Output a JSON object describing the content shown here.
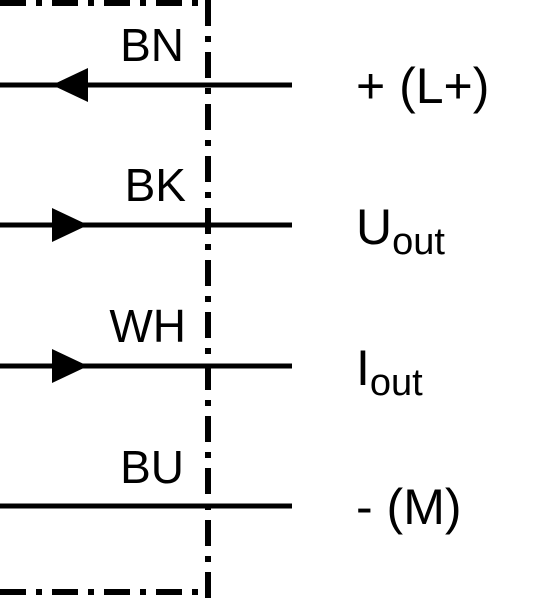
{
  "wires": [
    {
      "code": "BN",
      "label": "+ (L+)",
      "label_sub": "",
      "arrow": "in"
    },
    {
      "code": "BK",
      "label": "U",
      "label_sub": "out",
      "arrow": "out"
    },
    {
      "code": "WH",
      "label": "I",
      "label_sub": "out",
      "arrow": "out"
    },
    {
      "code": "BU",
      "label": "- (M)",
      "label_sub": "",
      "arrow": "none"
    }
  ],
  "colors": {
    "line": "#000000",
    "background": "#ffffff"
  }
}
